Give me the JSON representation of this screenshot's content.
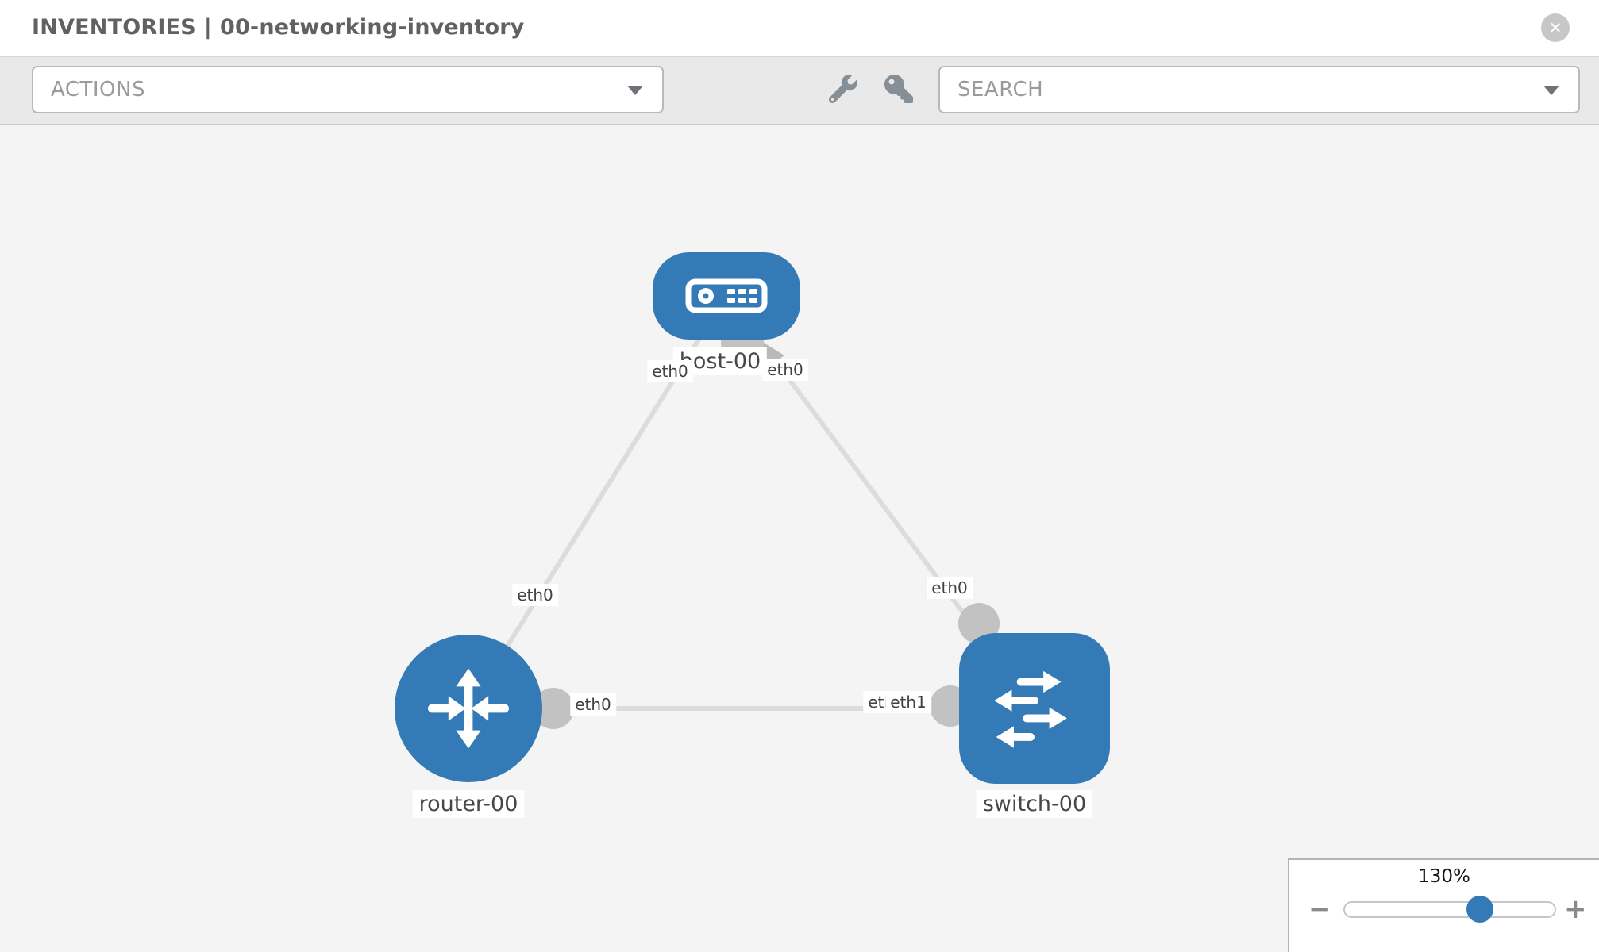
{
  "header": {
    "section": "INVENTORIES",
    "separator": "|",
    "inventory_name": "00-networking-inventory",
    "close_label": "✕"
  },
  "toolbar": {
    "actions_placeholder": "ACTIONS",
    "search_placeholder": "SEARCH",
    "wrench_icon": "wrench-icon",
    "key_icon": "key-icon"
  },
  "topology": {
    "nodes": {
      "host": {
        "label": "host-00",
        "type": "host"
      },
      "router": {
        "label": "router-00",
        "type": "router"
      },
      "switch": {
        "label": "switch-00",
        "type": "switch"
      }
    },
    "ports": {
      "host_left": "eth0",
      "host_right": "eth0",
      "host_router_edge_router_end": "eth0",
      "router_right": "eth0",
      "host_switch_edge_switch_end": "eth0",
      "switch_left_back": "eth0",
      "switch_left_front": "eth1"
    },
    "links": [
      {
        "from": "host-00",
        "to": "router-00"
      },
      {
        "from": "host-00",
        "to": "switch-00"
      },
      {
        "from": "router-00",
        "to": "switch-00"
      }
    ]
  },
  "zoom_control": {
    "level": "130%",
    "minus_label": "−",
    "plus_label": "+"
  },
  "colors": {
    "node_fill": "#337ab7",
    "edge": "#dcdcdc",
    "connector_dot": "#c2c2c2",
    "edge_arrow": "#b9b9b9",
    "slider_thumb": "#337ab7",
    "toolbar_bg": "#e9e9e9",
    "canvas_bg": "#f4f4f4"
  }
}
